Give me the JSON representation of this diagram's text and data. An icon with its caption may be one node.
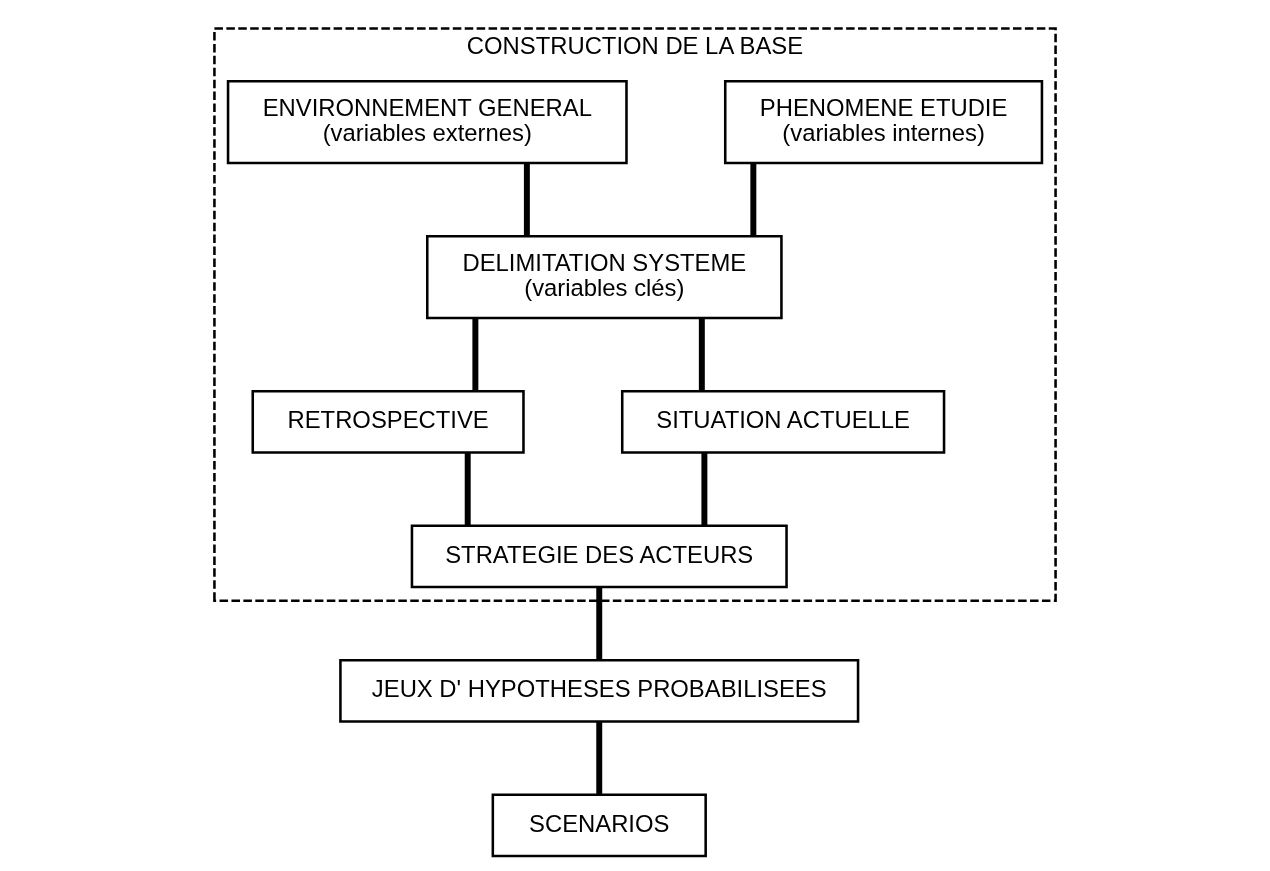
{
  "diagram": {
    "nodes": [
      {
        "text": [
          "CONSTRUCTION DE LA BASE"
        ]
      },
      {
        "text": [
          "PHENOMENE ETUDIE",
          "(variables internes)"
        ],
        "in": 0
      },
      {
        "text": [
          "ENVIRONNEMENT GENERAL",
          "(variables externes)"
        ],
        "in": 0
      },
      {
        "text": [
          "DELIMITATION SYSTEME",
          "(variables clés)"
        ],
        "in": 0
      },
      {
        "text": [
          "RETROSPECTIVE"
        ],
        "in": 0
      },
      {
        "text": [
          "SITUATION ACTUELLE"
        ],
        "in": 0
      },
      {
        "text": [
          "STRATEGIE DES ACTEURS"
        ],
        "in": 0
      },
      {
        "text": [
          "JEUX D' HYPOTHESES PROBABILISEES"
        ]
      },
      {
        "text": [
          "SCENARIOS"
        ]
      }
    ],
    "edges": [
      {
        "from": 1,
        "to": 3,
        "arrow": "none"
      },
      {
        "from": 2,
        "to": 3,
        "arrow": "none"
      },
      {
        "from": 3,
        "to": 4,
        "arrow": "none"
      },
      {
        "from": 3,
        "to": 5,
        "arrow": "none"
      },
      {
        "from": 4,
        "to": 6,
        "arrow": "none"
      },
      {
        "from": 5,
        "to": 6,
        "arrow": "none"
      },
      {
        "from": 6,
        "to": 7,
        "arrow": "none"
      },
      {
        "from": 7,
        "to": 8,
        "arrow": "none"
      }
    ]
  }
}
